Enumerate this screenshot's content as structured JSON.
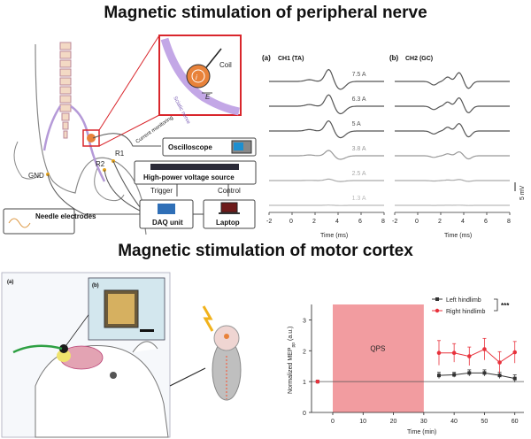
{
  "top_title": "Magnetic stimulation of peripheral nerve",
  "bottom_title": "Magnetic stimulation of motor cortex",
  "setup": {
    "coil_label": "Coil",
    "nerve_label": "Sciatic nerve",
    "e_label": "E",
    "i_label": "i",
    "current_monitoring": "Current monitoring",
    "oscilloscope": "Oscilloscope",
    "power_source": "High-power voltage source",
    "trigger": "Trigger",
    "control": "Control",
    "daq": "DAQ unit",
    "laptop": "Laptop",
    "needle": "Needle electrodes",
    "gnd": "GND",
    "r1": "R1",
    "r2": "R2"
  },
  "emg": {
    "panel_a": "(a)",
    "panel_a_channel": "CH1 (TA)",
    "panel_b": "(b)",
    "panel_b_channel": "CH2 (GC)",
    "currents": [
      "7.5 A",
      "6.3 A",
      "5 A",
      "3.8 A",
      "2.5 A",
      "1.3 A"
    ],
    "x_ticks": [
      "-2",
      "0",
      "2",
      "4",
      "6",
      "8"
    ],
    "xlabel": "Time (ms)",
    "scalebar": "5 mV"
  },
  "cortex": {
    "panel_a": "(a)",
    "panel_b": "(b)"
  },
  "chart_data": {
    "type": "line",
    "x": [
      -5,
      35,
      40,
      45,
      50,
      55,
      60
    ],
    "series": [
      {
        "name": "Left hindlimb",
        "color": "#333333",
        "values": [
          1.0,
          1.2,
          1.22,
          1.28,
          1.28,
          1.2,
          1.1
        ],
        "errors": [
          0,
          0.1,
          0.08,
          0.1,
          0.1,
          0.1,
          0.12
        ]
      },
      {
        "name": "Right hindlimb",
        "color": "#e8323c",
        "values": [
          1.0,
          1.93,
          1.93,
          1.82,
          2.05,
          1.62,
          1.95
        ],
        "errors": [
          0,
          0.4,
          0.3,
          0.3,
          0.35,
          0.35,
          0.35
        ]
      }
    ],
    "shaded_region": {
      "label": "QPS",
      "x_start": 0,
      "x_end": 30,
      "color": "#f29ca0"
    },
    "xlabel": "Time (min)",
    "ylabel": "Normalized MEP",
    "ylabel_sub": "pp",
    "ylabel_unit": " (a.u.)",
    "xlim": [
      -7,
      63
    ],
    "ylim": [
      0,
      3.5
    ],
    "x_ticks": [
      0,
      10,
      20,
      30,
      40,
      50,
      60
    ],
    "y_ticks": [
      0,
      1,
      2,
      3
    ],
    "significance": "***",
    "reference_line": 1
  }
}
